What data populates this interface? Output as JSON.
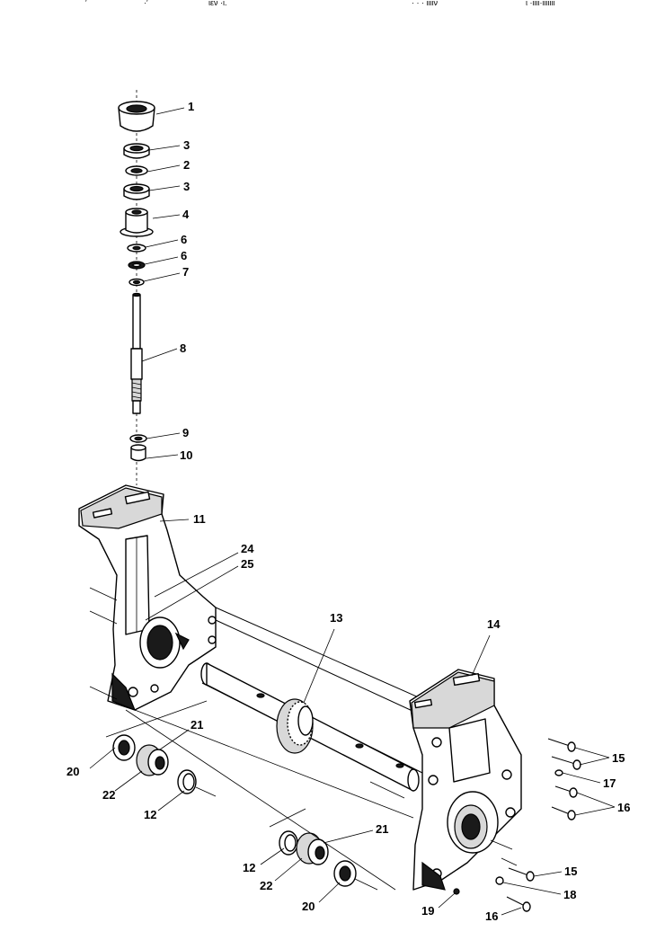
{
  "callouts": {
    "c1": "1",
    "c3a": "3",
    "c2": "2",
    "c3b": "3",
    "c4": "4",
    "c6a": "6",
    "c6b": "6",
    "c7": "7",
    "c8": "8",
    "c9": "9",
    "c10": "10",
    "c11": "11",
    "c24": "24",
    "c25": "25",
    "c13": "13",
    "c14": "14",
    "c15a": "15",
    "c17": "17",
    "c16a": "16",
    "c21a": "21",
    "c20a": "20",
    "c22a": "22",
    "c12a": "12",
    "c21b": "21",
    "c12b": "12",
    "c22b": "22",
    "c20b": "20",
    "c15b": "15",
    "c18": "18",
    "c19": "19",
    "c16b": "16"
  },
  "header_fragments": [
    "′",
    "·′",
    "ιεν  ·ι.",
    "·   ·  ·  ιιιιν",
    "ι   ·ιιιι·ιιιιιιι"
  ]
}
